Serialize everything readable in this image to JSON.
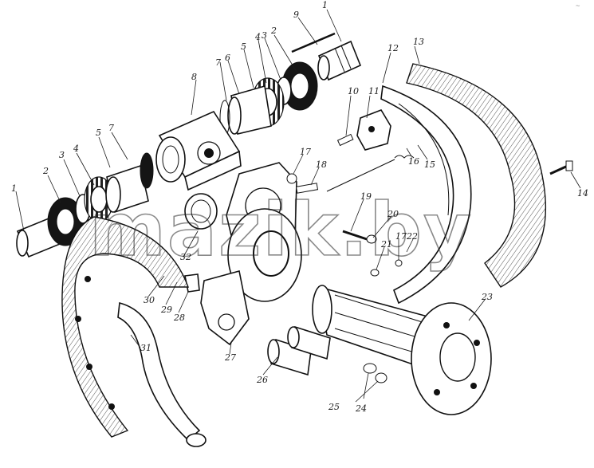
{
  "diagram": {
    "watermark": "mazik.by",
    "corner_mark": "~",
    "callouts": [
      "1",
      "2",
      "3",
      "4",
      "5",
      "6",
      "7",
      "8",
      "9",
      "10",
      "11",
      "12",
      "13",
      "14",
      "15",
      "16",
      "17",
      "18",
      "19",
      "20",
      "21",
      "22",
      "23",
      "24",
      "25",
      "26",
      "27",
      "28",
      "29",
      "30",
      "31",
      "32"
    ],
    "colors": {
      "ink": "#111111",
      "paper": "#ffffff",
      "watermark": "#2a2a2a"
    }
  }
}
